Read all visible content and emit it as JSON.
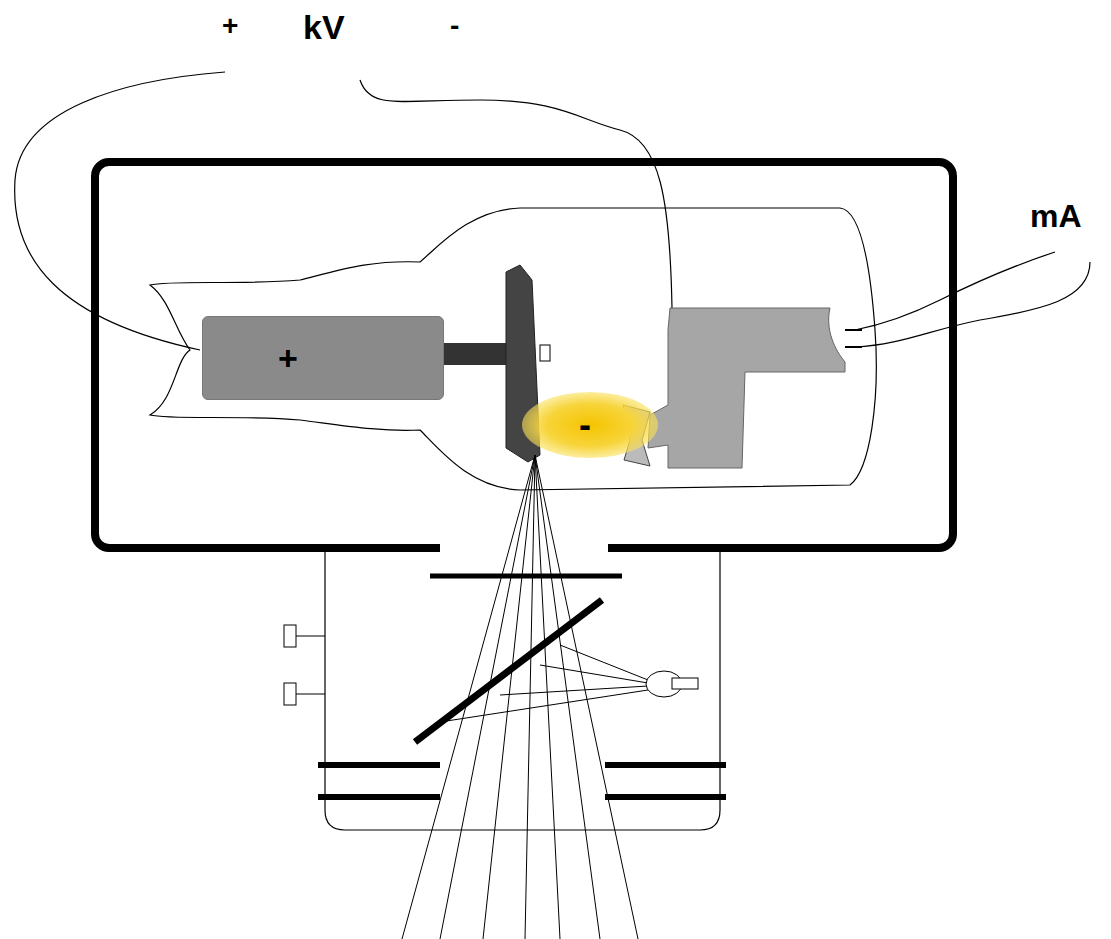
{
  "diagram": {
    "nodes": [
      {
        "text": [
          "+"
        ]
      },
      {
        "text": [
          "-"
        ]
      }
    ],
    "labels": [
      "+",
      "kV",
      "-",
      "mA"
    ]
  }
}
